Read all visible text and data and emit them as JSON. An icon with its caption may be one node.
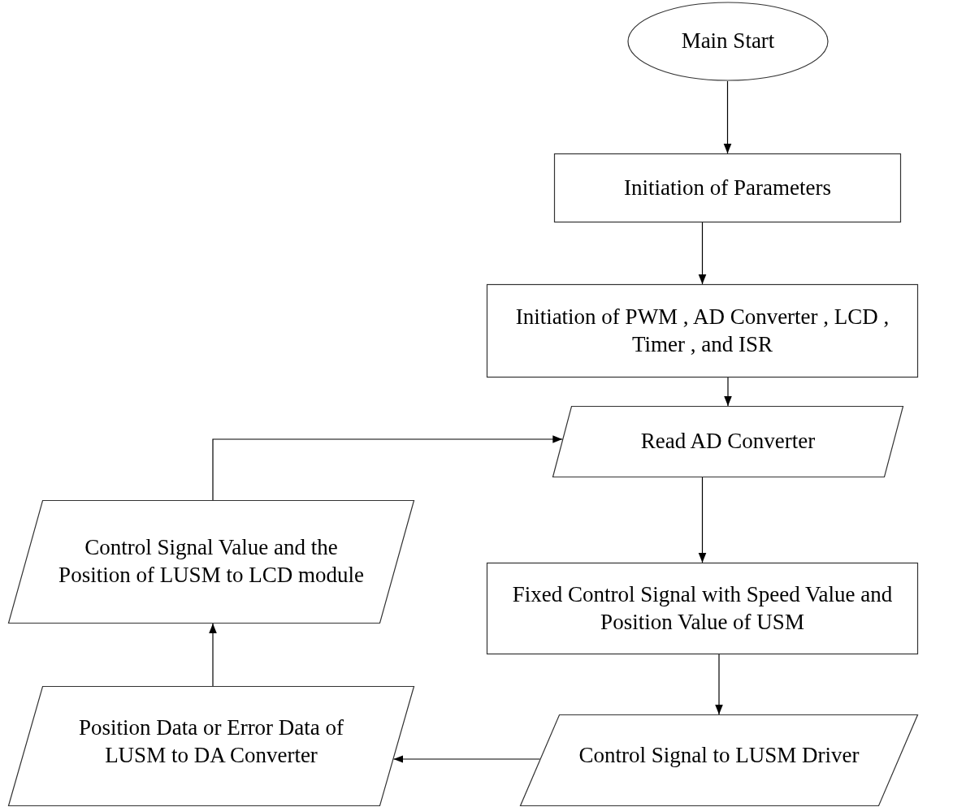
{
  "diagram": {
    "nodes": [
      {
        "text": [
          "Main Start"
        ]
      },
      {
        "text": [
          "Initiation of Parameters"
        ]
      },
      {
        "text": [
          "Initiation of PWM , AD Converter , LCD , Timer , and ISR"
        ]
      },
      {
        "text": [
          "Read AD Converter"
        ]
      },
      {
        "text": [
          "Fixed Control Signal with Speed Value and Position Value of USM"
        ]
      },
      {
        "text": [
          "Control Signal to LUSM Driver"
        ]
      },
      {
        "text": [
          "Position Data or Error Data of LUSM to DA Converter"
        ]
      },
      {
        "text": [
          "Control Signal Value and the Position of LUSM to LCD module"
        ]
      }
    ],
    "edges": [
      {
        "from": 0,
        "to": 1,
        "arrow": "to"
      },
      {
        "from": 1,
        "to": 2,
        "arrow": "to"
      },
      {
        "from": 2,
        "to": 3,
        "arrow": "to"
      },
      {
        "from": 3,
        "to": 4,
        "arrow": "to"
      },
      {
        "from": 4,
        "to": 5,
        "arrow": "to"
      },
      {
        "from": 5,
        "to": 6,
        "arrow": "to"
      },
      {
        "from": 6,
        "to": 7,
        "arrow": "to"
      },
      {
        "from": 7,
        "to": 3,
        "arrow": "to"
      }
    ]
  }
}
